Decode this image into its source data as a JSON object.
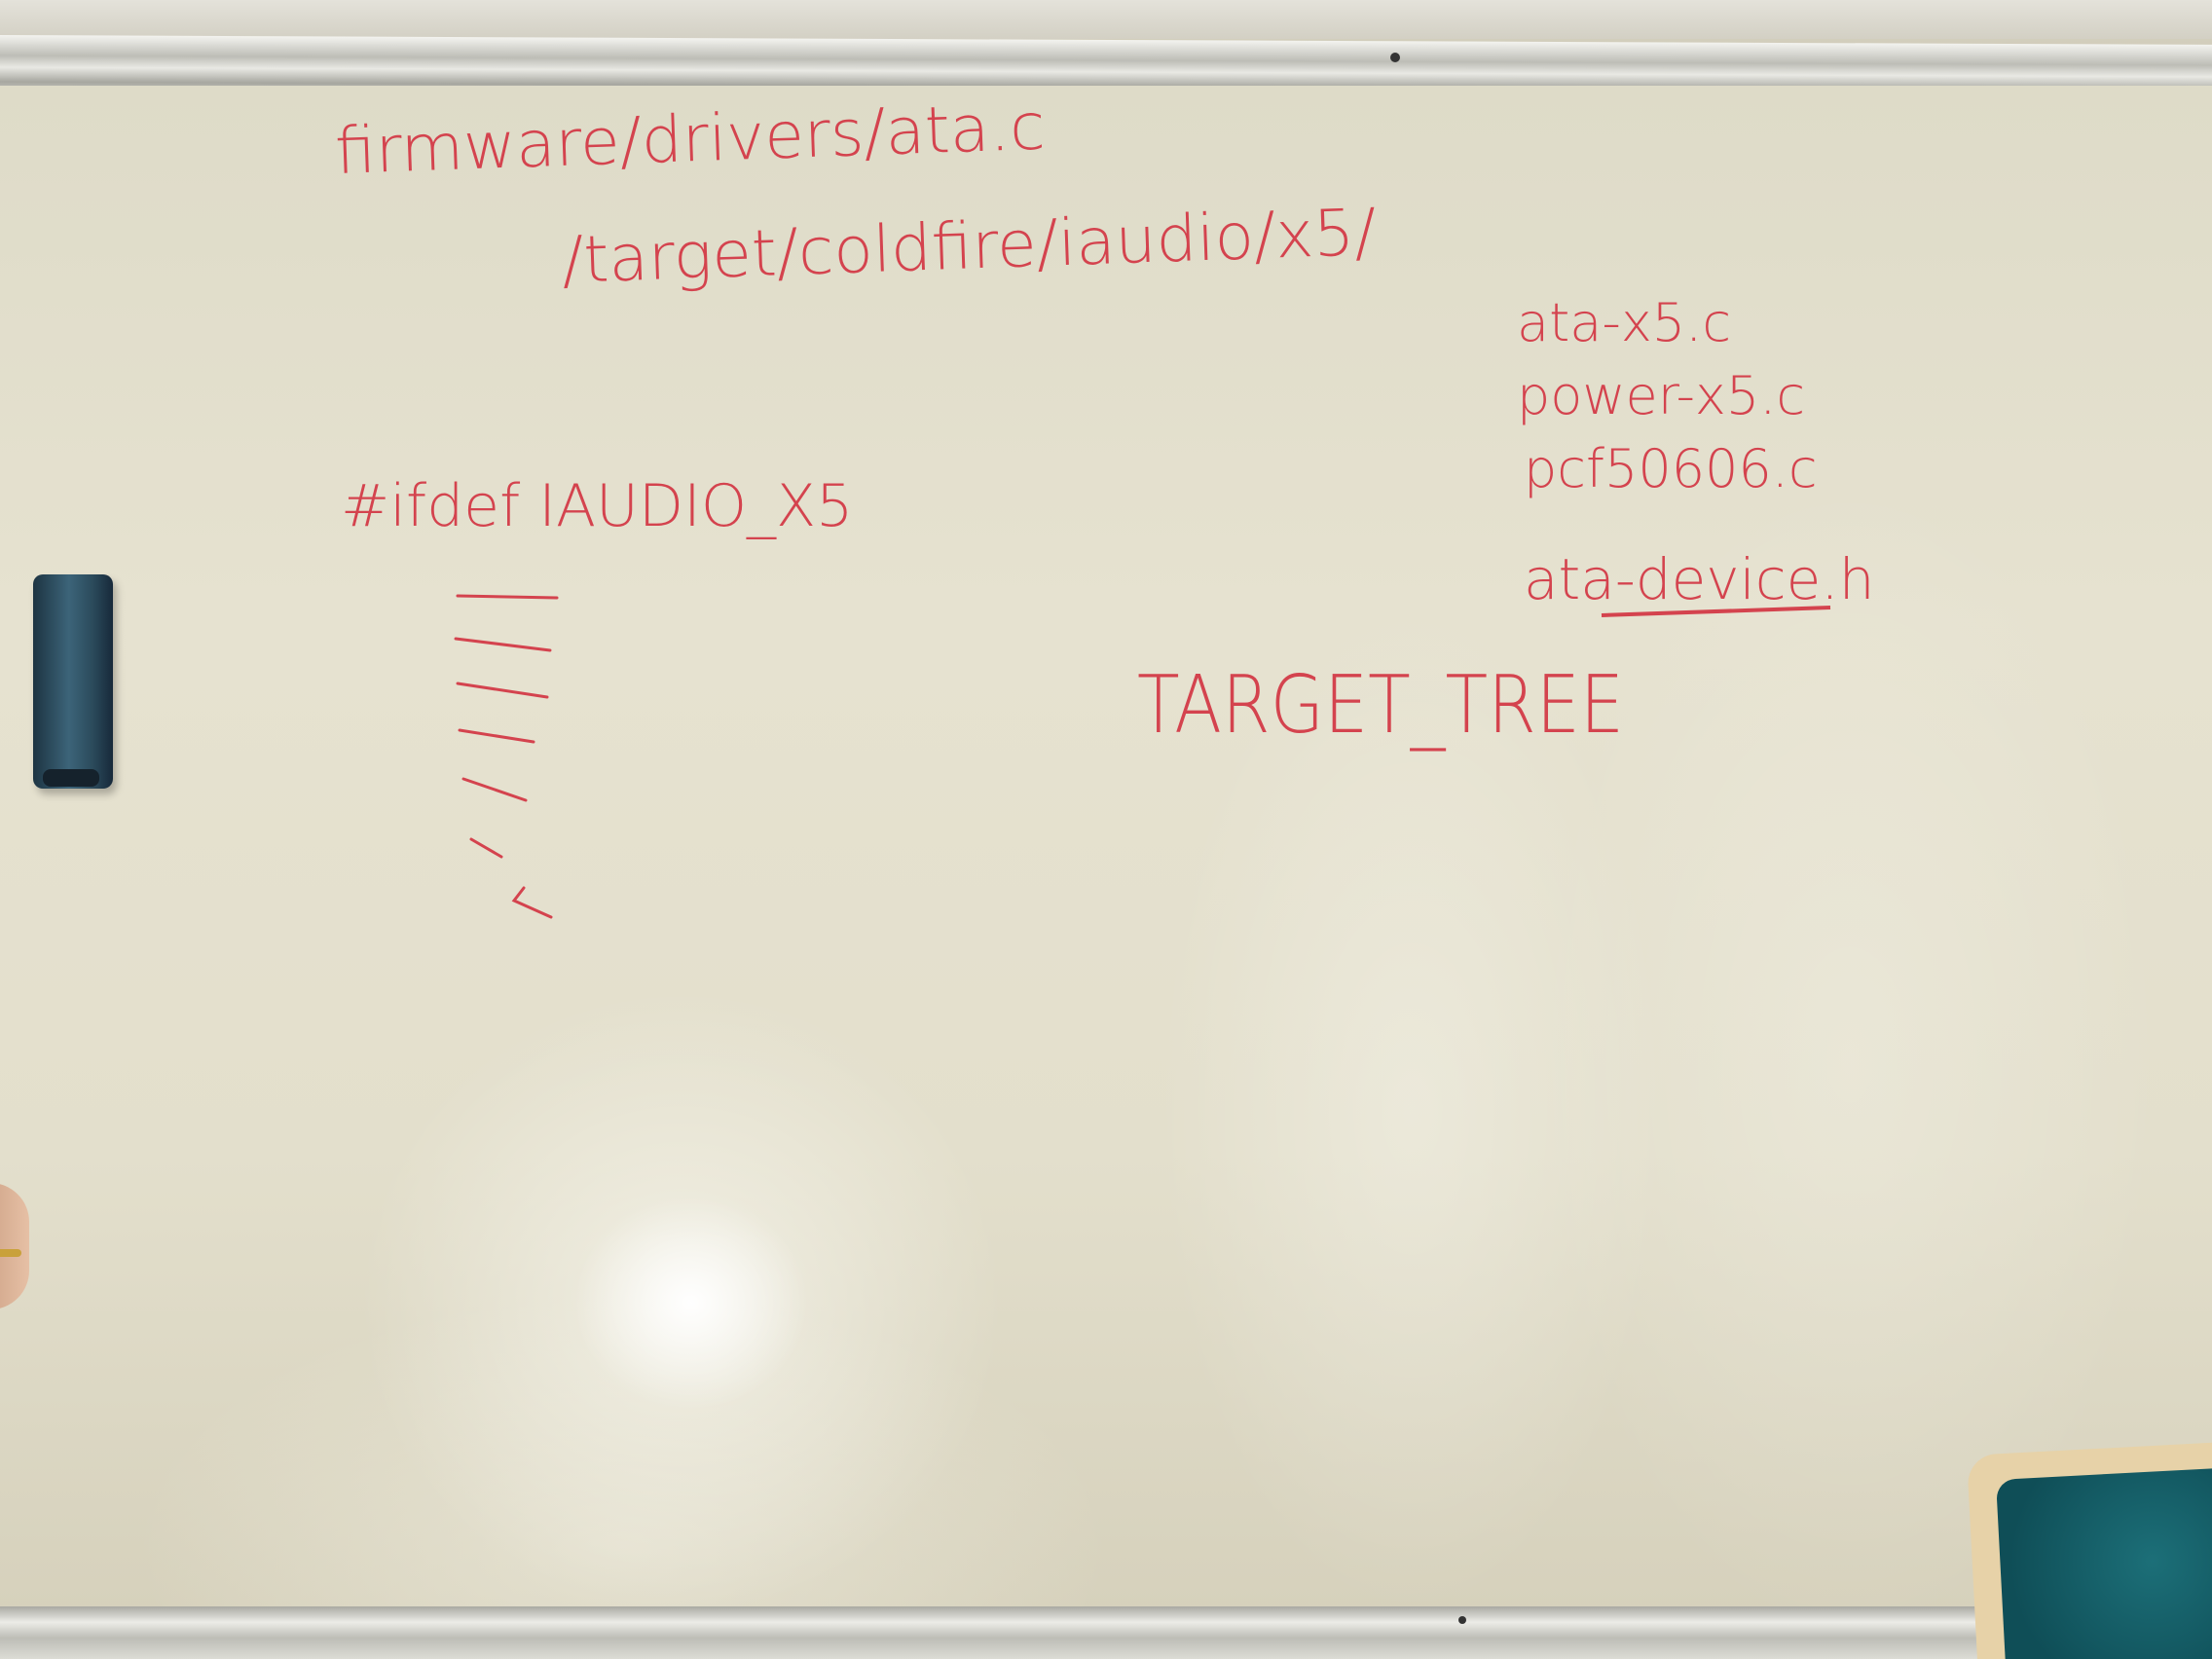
{
  "whiteboard": {
    "path_line_1": "firmware/drivers/ata.c",
    "path_line_2": "/target/coldfire/iaudio/x5/",
    "define_line": "#ifdef IAUDIO_X5",
    "file_list": [
      "ata-x5.c",
      "power-x5.c",
      "pcf50606.c",
      "ata-device.h"
    ],
    "target_tree": "TARGET_TREE"
  },
  "colors": {
    "marker_ink": "#d4434e",
    "board_surface": "#e3dfcc",
    "eraser_body": "#2b4a5b",
    "chair_cushion": "#0f4e57"
  }
}
